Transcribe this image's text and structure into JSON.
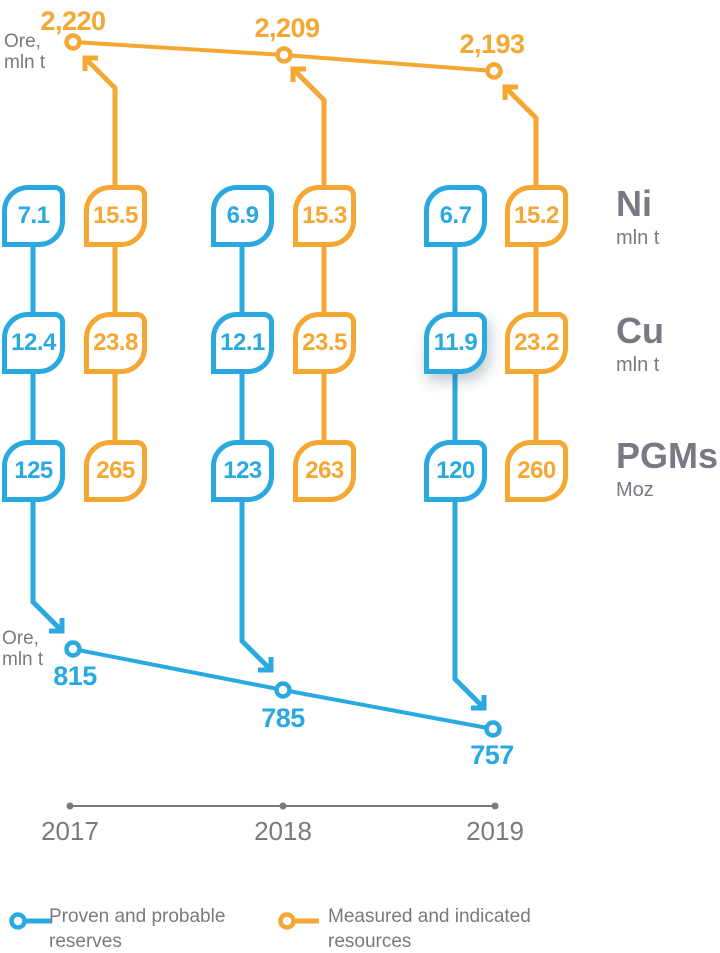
{
  "colors": {
    "blue": "#29A9E0",
    "orange": "#F4A732",
    "gray": "#7B7884"
  },
  "ore_top": {
    "label_l1": "Ore,",
    "label_l2": "mln t",
    "values": [
      "2,220",
      "2,209",
      "2,193"
    ]
  },
  "ore_bottom": {
    "label_l1": "Ore,",
    "label_l2": "mln t",
    "values": [
      "815",
      "785",
      "757"
    ]
  },
  "metals": [
    {
      "symbol": "Ni",
      "unit": "mln t"
    },
    {
      "symbol": "Cu",
      "unit": "mln t"
    },
    {
      "symbol": "PGMs",
      "unit": "Moz"
    }
  ],
  "badges": {
    "ni_reserves": [
      "7.1",
      "6.9",
      "6.7"
    ],
    "ni_resources": [
      "15.5",
      "15.3",
      "15.2"
    ],
    "cu_reserves": [
      "12.4",
      "12.1",
      "11.9"
    ],
    "cu_resources": [
      "23.8",
      "23.5",
      "23.2"
    ],
    "pgms_reserves": [
      "125",
      "123",
      "120"
    ],
    "pgms_resources": [
      "265",
      "263",
      "260"
    ]
  },
  "years": [
    "2017",
    "2018",
    "2019"
  ],
  "legend": {
    "reserves_l1": "Proven and probable",
    "reserves_l2": "reserves",
    "resources_l1": "Measured and indicated",
    "resources_l2": "resources"
  },
  "chart_data": {
    "type": "line",
    "title": "Ore reserves and mineral resources by year",
    "x": [
      "2017",
      "2018",
      "2019"
    ],
    "series": [
      {
        "name": "Ore, mln t — Measured and indicated resources",
        "type": "line",
        "color": "#F4A732",
        "values": [
          2220,
          2209,
          2193
        ]
      },
      {
        "name": "Ore, mln t — Proven and probable reserves",
        "type": "line",
        "color": "#29A9E0",
        "values": [
          815,
          785,
          757
        ]
      },
      {
        "name": "Ni, mln t — Proven and probable reserves",
        "type": "badge-column",
        "color": "#29A9E0",
        "values": [
          7.1,
          6.9,
          6.7
        ]
      },
      {
        "name": "Ni, mln t — Measured and indicated resources",
        "type": "badge-column",
        "color": "#F4A732",
        "values": [
          15.5,
          15.3,
          15.2
        ]
      },
      {
        "name": "Cu, mln t — Proven and probable reserves",
        "type": "badge-column",
        "color": "#29A9E0",
        "values": [
          12.4,
          12.1,
          11.9
        ]
      },
      {
        "name": "Cu, mln t — Measured and indicated resources",
        "type": "badge-column",
        "color": "#F4A732",
        "values": [
          23.8,
          23.5,
          23.2
        ]
      },
      {
        "name": "PGMs, Moz — Proven and probable reserves",
        "type": "badge-column",
        "color": "#29A9E0",
        "values": [
          125,
          123,
          120
        ]
      },
      {
        "name": "PGMs, Moz — Measured and indicated resources",
        "type": "badge-column",
        "color": "#F4A732",
        "values": [
          265,
          263,
          260
        ]
      }
    ],
    "legend_position": "bottom",
    "legend_entries": [
      "Proven and probable reserves",
      "Measured and indicated resources"
    ],
    "grid": false,
    "highlight": "Cu proven-and-probable 2019 value 11.9 shown on white card with shadow"
  }
}
